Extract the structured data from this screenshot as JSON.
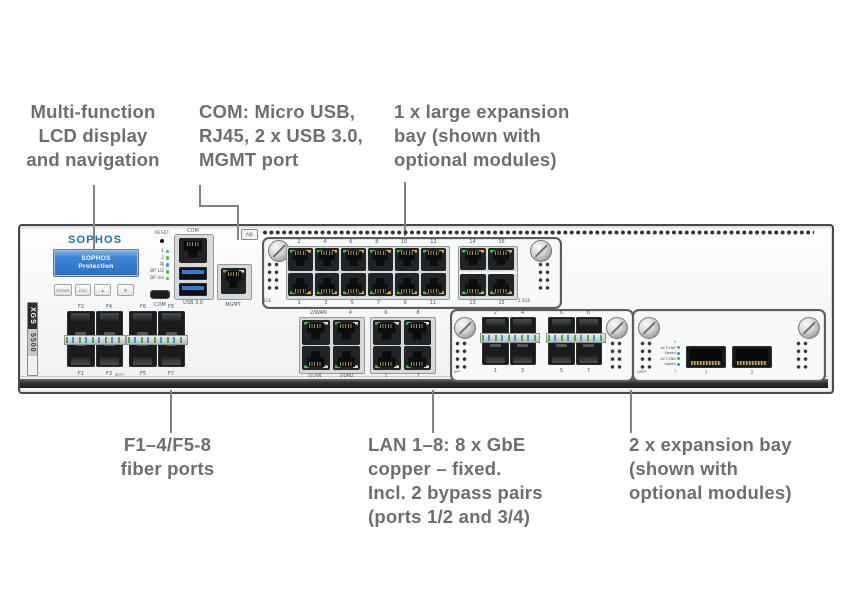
{
  "callouts": {
    "lcd_display": [
      "Multi-function",
      "LCD display",
      "and navigation"
    ],
    "com_ports": [
      "COM: Micro USB,",
      "RJ45, 2 x USB 3.0,",
      "MGMT port"
    ],
    "large_expansion_bay": [
      "1 x large expansion",
      "bay (shown with",
      "optional modules)"
    ],
    "fiber_ports": [
      "F1–4/F5-8",
      "fiber ports"
    ],
    "lan_ports": [
      "LAN 1–8: 8 x GbE",
      "copper – fixed.",
      "Incl. 2 bypass pairs",
      "(ports 1/2 and 3/4)"
    ],
    "expansion_bays": [
      "2 x expansion bay",
      "(shown with",
      "optional modules)"
    ]
  },
  "device": {
    "brand": "SOPHOS",
    "model": {
      "series": "XGS",
      "number": "5500"
    },
    "lcd": {
      "line1": "SOPHOS",
      "line2": "Protection"
    },
    "buttons": [
      "ENTER",
      "ESC",
      "▲",
      "▼"
    ],
    "reset": "RESET",
    "status_leds": [
      {
        "label": "1",
        "color": "green"
      },
      {
        "label": "2",
        "color": "green"
      },
      {
        "label": "▤",
        "color": "blue"
      },
      {
        "label": "BP 1/2",
        "color": "green"
      },
      {
        "label": "BP 3/4",
        "color": "green"
      }
    ],
    "io": {
      "com_top": "COM",
      "micro_usb": "COM",
      "usb": "USB 3.0",
      "mgmt": "MGMT",
      "ab": "A|B"
    },
    "large_module": {
      "block12": {
        "top": [
          "2",
          "4",
          "6",
          "8",
          "10",
          "12"
        ],
        "bottom": [
          "1",
          "3",
          "5",
          "7",
          "9",
          "11"
        ]
      },
      "block4": {
        "top": [
          "14",
          "16"
        ],
        "bottom": [
          "13",
          "15"
        ]
      },
      "left_tag": "1GE",
      "right_tag": "2.5GE"
    },
    "fiber": {
      "topA": [
        "F2",
        "F4"
      ],
      "topB": [
        "F6",
        "F8"
      ],
      "bottomA": [
        "F1",
        "F3"
      ],
      "bottomB": [
        "F5",
        "F7"
      ],
      "mid": "SFP+"
    },
    "lan": {
      "topA": [
        "2/WAN",
        "4"
      ],
      "topB": [
        "6",
        "8"
      ],
      "bottomA": [
        "1/LAN",
        "3/DMZ"
      ],
      "bottomB": [
        "5",
        "7"
      ]
    },
    "sfp_module": {
      "topA": [
        "2",
        "4"
      ],
      "topB": [
        "6",
        "8"
      ],
      "bottomA": [
        "1",
        "3"
      ],
      "bottomB": [
        "5",
        "7"
      ],
      "tag": "SFP"
    },
    "qsfp_module": {
      "leds": [
        {
          "label": "ACT/LNK",
          "color": "green"
        },
        {
          "label": "Speed",
          "color": "blue"
        },
        {
          "label": "ACT/LNK",
          "color": "green"
        },
        {
          "label": "Speed",
          "color": "blue"
        }
      ],
      "num_top": "2",
      "num_bottom": "1",
      "port1": "1",
      "port2": "2",
      "tag": "QSFP"
    }
  },
  "colors": {
    "label_gray": "#6d6e71",
    "line_gray": "#808285",
    "sophos_blue": "#1b75bc",
    "lcd_blue": "#2e6fc0",
    "led_green": "#4db848",
    "led_blue": "#3b97d3",
    "led_amber": "#eda93f"
  }
}
